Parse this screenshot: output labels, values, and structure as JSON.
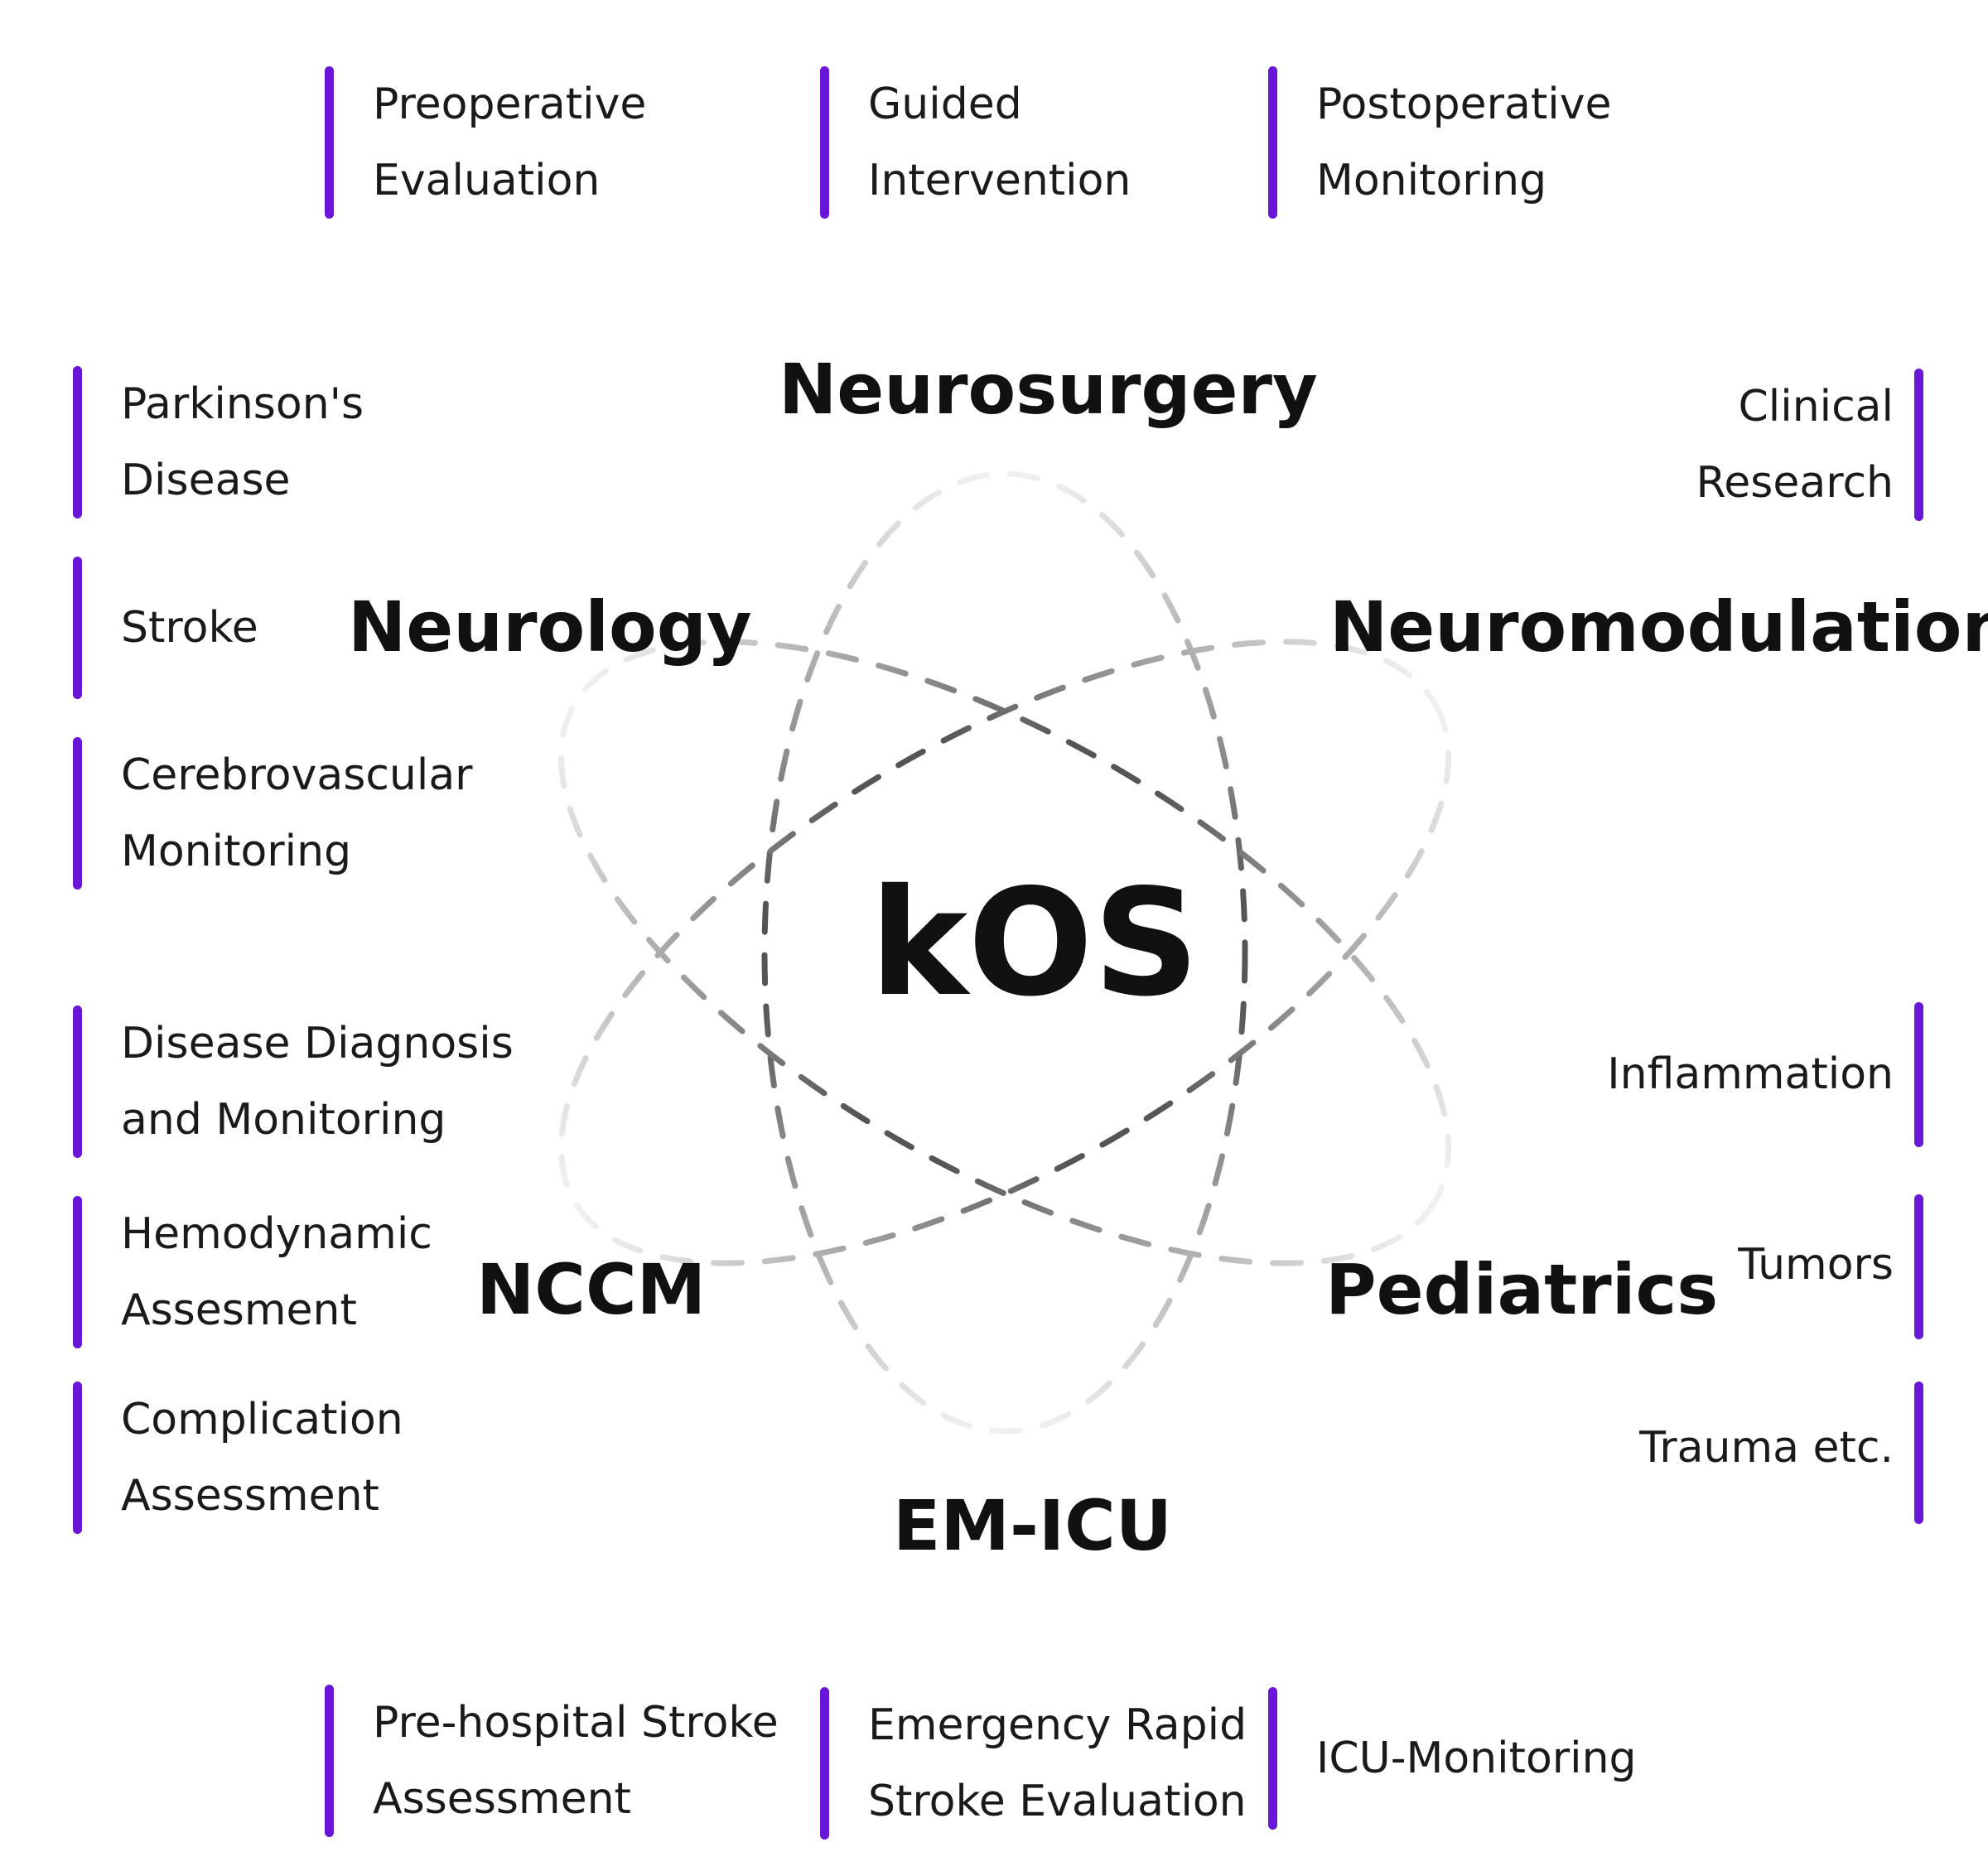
{
  "center": {
    "title": "kOS"
  },
  "hubs": {
    "neurosurgery": "Neurosurgery",
    "neurology": "Neurology",
    "neuromodulation": "Neuromodulation",
    "nccm": "NCCM",
    "pediatrics": "Pediatrics",
    "em_icu": "EM-ICU"
  },
  "top_items": [
    {
      "line1": "Preoperative",
      "line2": "Evaluation"
    },
    {
      "line1": "Guided",
      "line2": "Intervention"
    },
    {
      "line1": "Postoperative",
      "line2": "Monitoring"
    }
  ],
  "left_items": [
    {
      "line1": "Parkinson's",
      "line2": "Disease"
    },
    {
      "line1": "Stroke",
      "line2": ""
    },
    {
      "line1": "Cerebrovascular",
      "line2": "Monitoring"
    },
    {
      "line1": "Disease Diagnosis",
      "line2": "and Monitoring"
    },
    {
      "line1": "Hemodynamic",
      "line2": "Assesment"
    },
    {
      "line1": "Complication",
      "line2": "Assessment"
    }
  ],
  "right_items": [
    {
      "line1": "Clinical",
      "line2": "Research"
    },
    {
      "line1": "Inflammation",
      "line2": ""
    },
    {
      "line1": "Tumors",
      "line2": ""
    },
    {
      "line1": "Trauma etc.",
      "line2": ""
    }
  ],
  "bottom_items": [
    {
      "line1": "Pre-hospital Stroke",
      "line2": "Assessment"
    },
    {
      "line1": "Emergency Rapid",
      "line2": "Stroke Evaluation"
    },
    {
      "line1": "ICU-Monitoring",
      "line2": ""
    }
  ],
  "colors": {
    "accent_bar": "#6a16d8",
    "orbit_dark": "#555555",
    "orbit_light": "#e6e6e6",
    "text": "#111111"
  }
}
